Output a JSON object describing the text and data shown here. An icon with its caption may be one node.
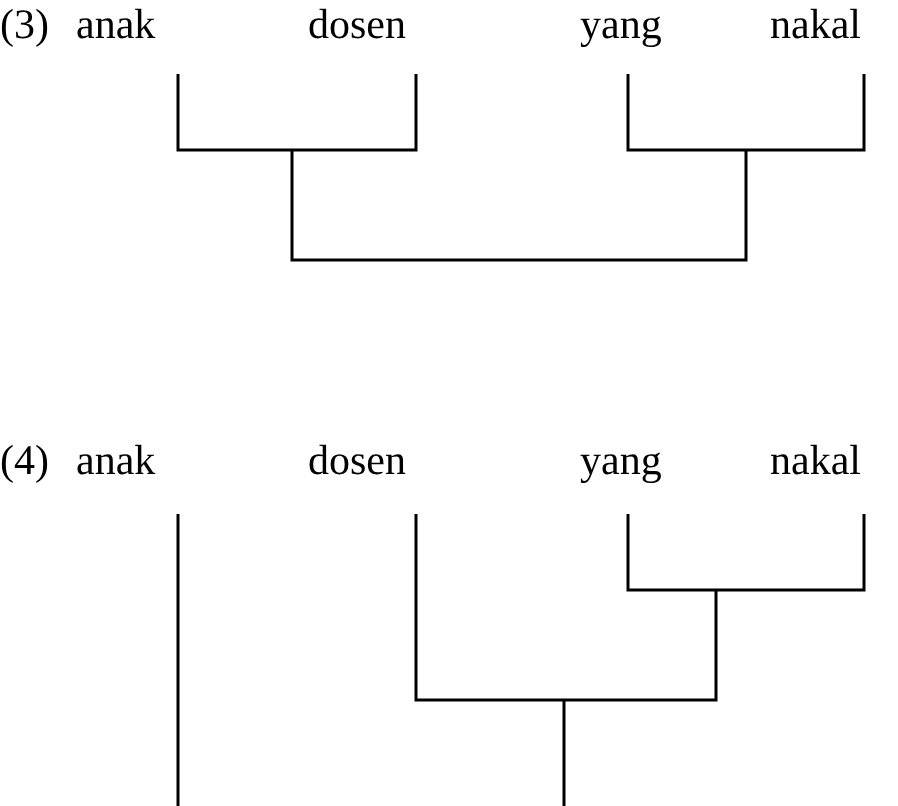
{
  "diagram": {
    "labels": [
      "(3)",
      "anak",
      "dosen",
      "yang",
      "nakal",
      "(4)",
      "anak",
      "dosen",
      "yang",
      "nakal"
    ]
  }
}
